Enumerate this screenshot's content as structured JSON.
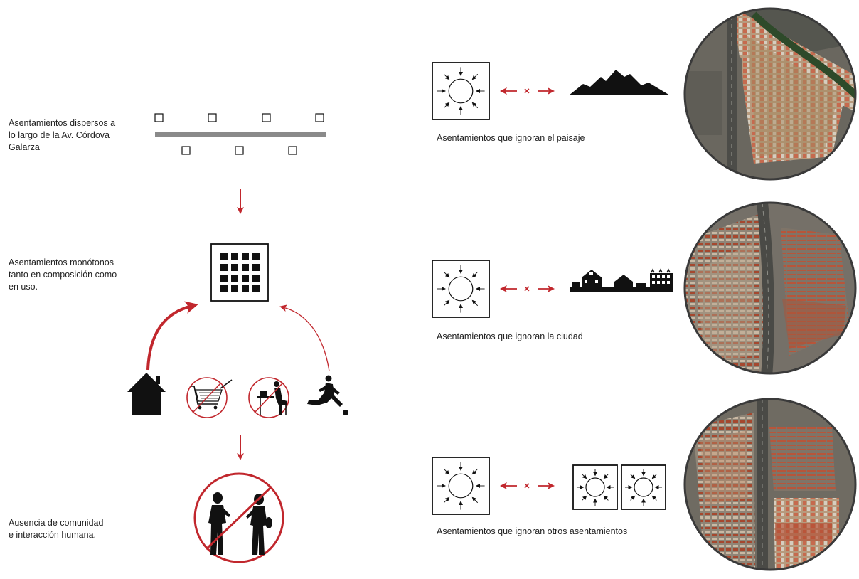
{
  "colors": {
    "accent_red": "#c1272d",
    "ink": "#111111",
    "road_gray": "#8a8a8a",
    "satellite_rim": "#3a3a3a"
  },
  "left_column": {
    "dispersed_label": "Asentamientos dispersos a\nlo largo de la Av. Córdova\nGalarza",
    "monotonous_label": "Asentamientos monótonos\ntanto en composición como\nen uso.",
    "absence_label": "Ausencia de comunidad\ne interacción humana.",
    "activities": [
      {
        "icon": "house-icon",
        "state": "allowed"
      },
      {
        "icon": "shopping-cart-icon",
        "state": "prohibited"
      },
      {
        "icon": "person-at-desk-icon",
        "state": "prohibited"
      },
      {
        "icon": "soccer-player-icon",
        "state": "allowed"
      }
    ]
  },
  "right_column": {
    "rows": [
      {
        "caption": "Asentamientos que ignoran el paisaje",
        "target_icon": "mountain-icon",
        "relation_symbol": "×"
      },
      {
        "caption": "Asentamientos que ignoran la ciudad",
        "target_icon": "city-skyline-icon",
        "relation_symbol": "×"
      },
      {
        "caption": "Asentamientos que ignoran otros asentamientos",
        "target_icon": "settlement-pair-icon",
        "relation_symbol": "×"
      }
    ]
  }
}
